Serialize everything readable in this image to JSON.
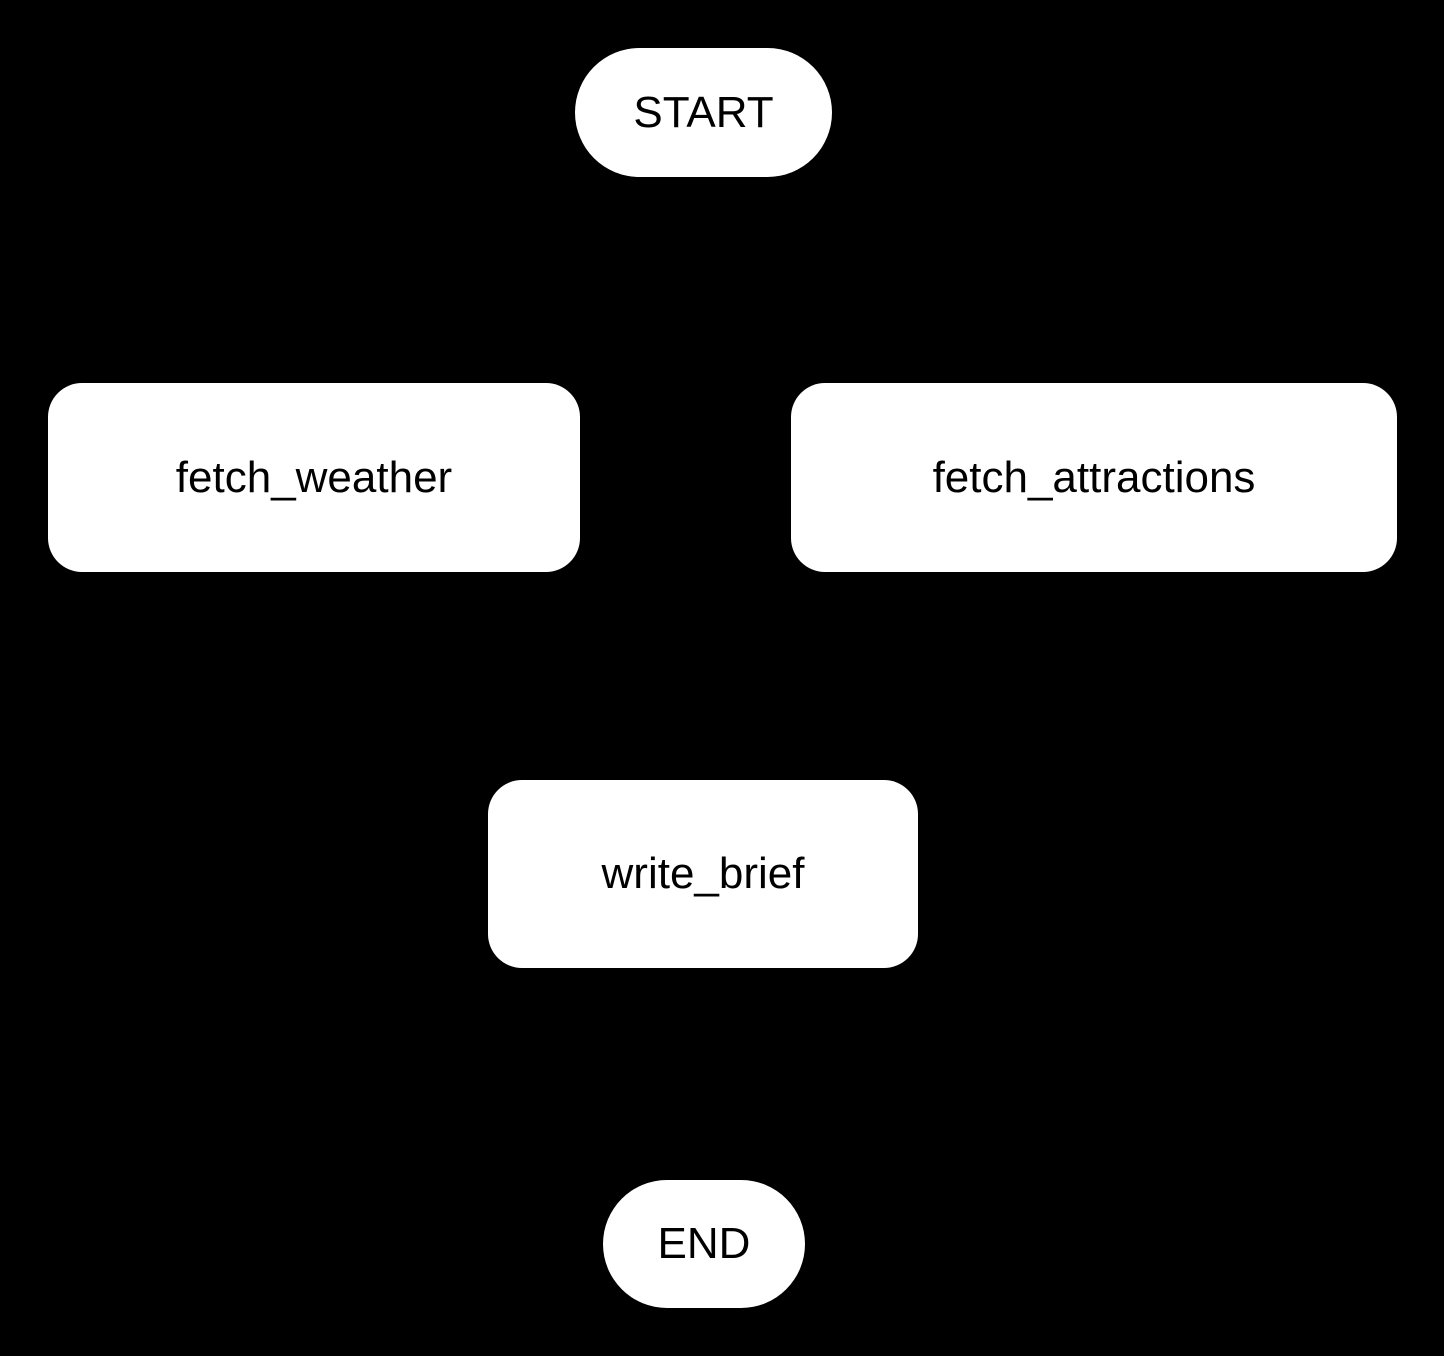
{
  "diagram": {
    "type": "flowchart",
    "background_color": "#000000",
    "node_fill_color": "#ffffff",
    "node_text_color": "#000000",
    "edges_visible": false,
    "nodes": [
      {
        "id": "start",
        "label": "START",
        "shape": "stadium"
      },
      {
        "id": "fetch_weather",
        "label": "fetch_weather",
        "shape": "rounded-rect"
      },
      {
        "id": "fetch_attractions",
        "label": "fetch_attractions",
        "shape": "rounded-rect"
      },
      {
        "id": "write_brief",
        "label": "write_brief",
        "shape": "rounded-rect"
      },
      {
        "id": "end",
        "label": "END",
        "shape": "stadium"
      }
    ]
  }
}
